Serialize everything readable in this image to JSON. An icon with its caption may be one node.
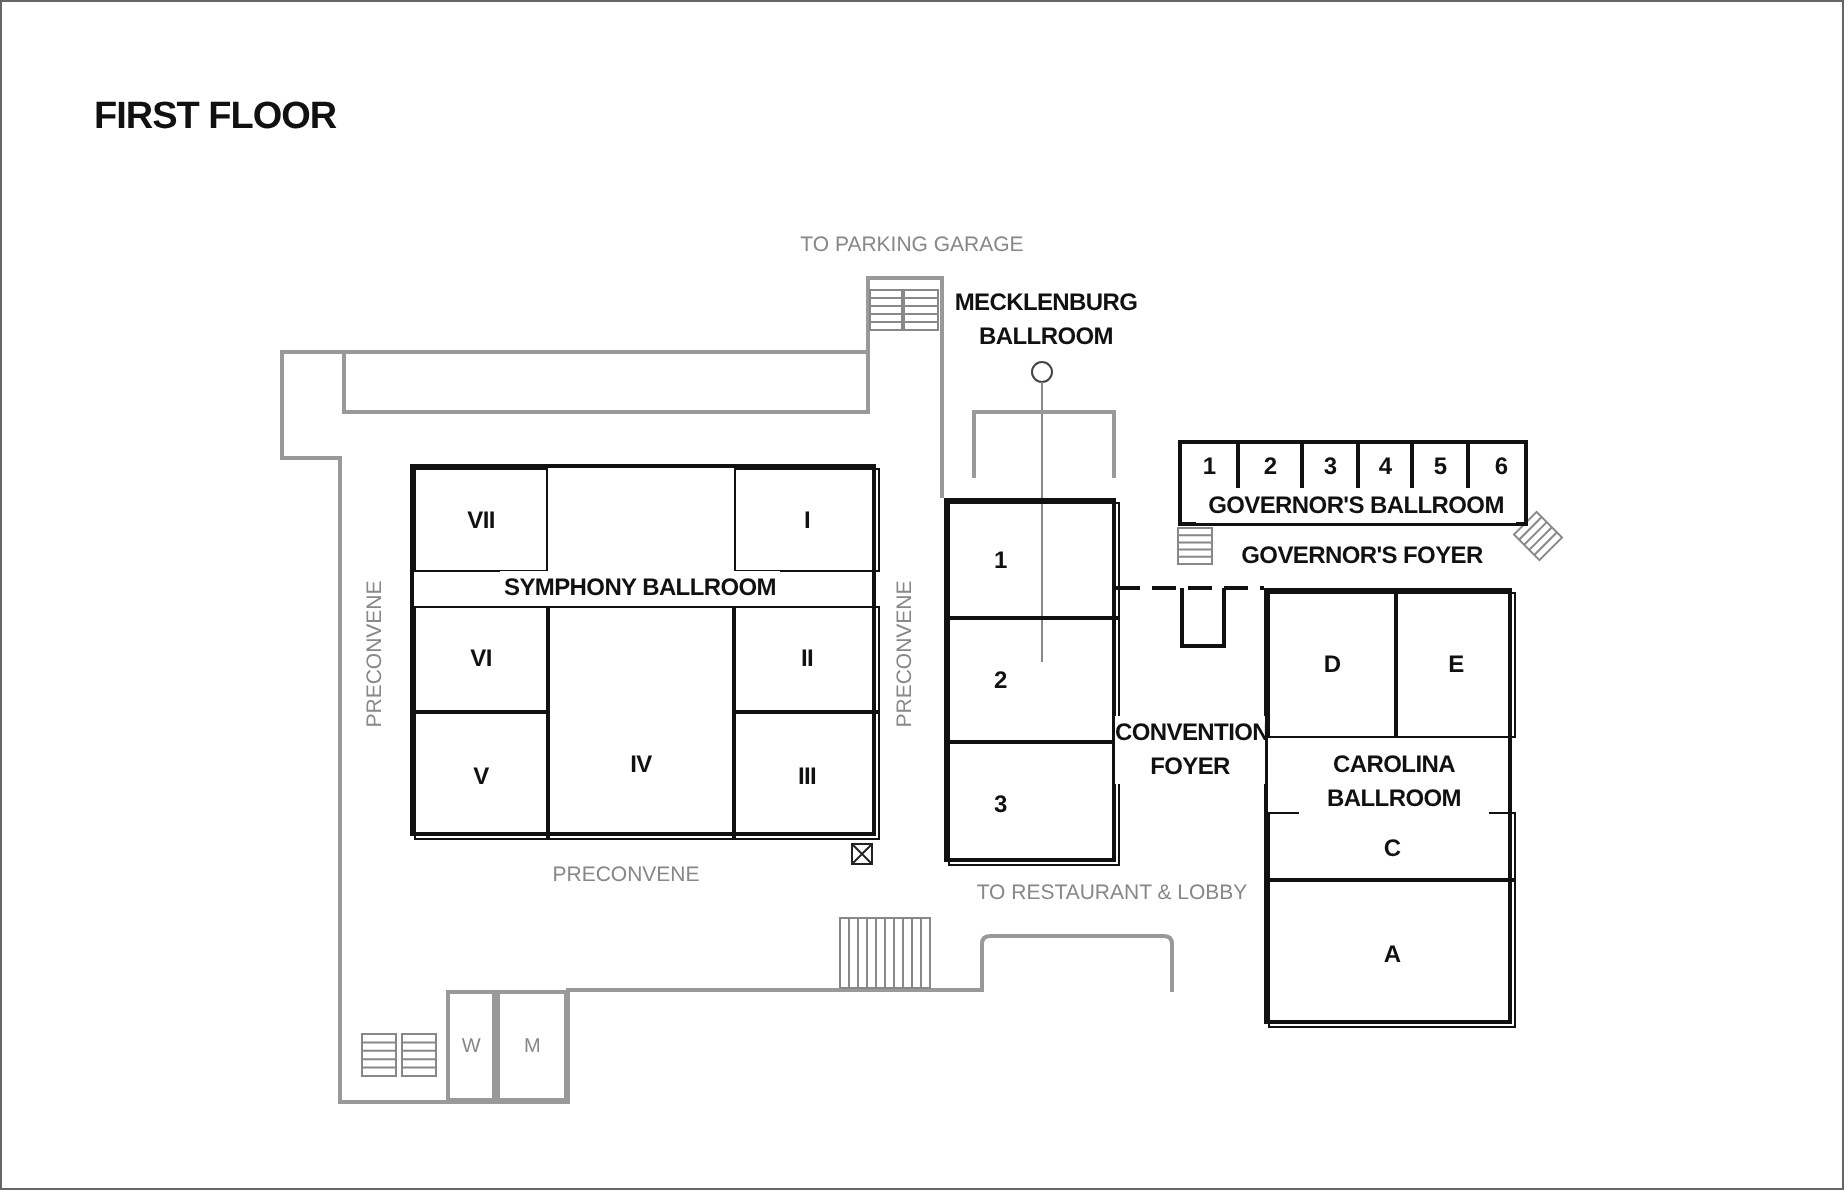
{
  "diagram": {
    "title": "FIRST FLOOR",
    "nodes": [
      {
        "text": [
          "SYMPHONY BALLROOM"
        ]
      },
      {
        "text": [
          "VII"
        ],
        "in": 0
      },
      {
        "text": [
          "I"
        ],
        "in": 0
      },
      {
        "text": [
          "VI"
        ],
        "in": 0
      },
      {
        "text": [
          "II"
        ],
        "in": 0
      },
      {
        "text": [
          "V"
        ],
        "in": 0
      },
      {
        "text": [
          "IV"
        ],
        "in": 0
      },
      {
        "text": [
          "III"
        ],
        "in": 0
      },
      {
        "text": [
          "MECKLENBURG BALLROOM"
        ]
      },
      {
        "text": [
          "1"
        ],
        "in": 8
      },
      {
        "text": [
          "2"
        ],
        "in": 8
      },
      {
        "text": [
          "3"
        ],
        "in": 8
      },
      {
        "text": [
          "GOVERNOR'S BALLROOM"
        ]
      },
      {
        "text": [
          "1"
        ],
        "in": 12
      },
      {
        "text": [
          "2"
        ],
        "in": 12
      },
      {
        "text": [
          "3"
        ],
        "in": 12
      },
      {
        "text": [
          "4"
        ],
        "in": 12
      },
      {
        "text": [
          "5"
        ],
        "in": 12
      },
      {
        "text": [
          "6"
        ],
        "in": 12
      },
      {
        "text": [
          "CAROLINA BALLROOM"
        ]
      },
      {
        "text": [
          "D"
        ],
        "in": 19
      },
      {
        "text": [
          "E"
        ],
        "in": 19
      },
      {
        "text": [
          "C"
        ],
        "in": 19
      },
      {
        "text": [
          "A"
        ],
        "in": 19
      },
      {
        "text": [
          "W"
        ]
      },
      {
        "text": [
          "M"
        ]
      }
    ],
    "labels": [
      "TO PARKING GARAGE",
      "GOVERNOR'S FOYER",
      "PRECONVENE",
      "PRECONVENE",
      "CONVENTION FOYER",
      "PRECONVENE",
      "TO RESTAURANT & LOBBY"
    ]
  }
}
